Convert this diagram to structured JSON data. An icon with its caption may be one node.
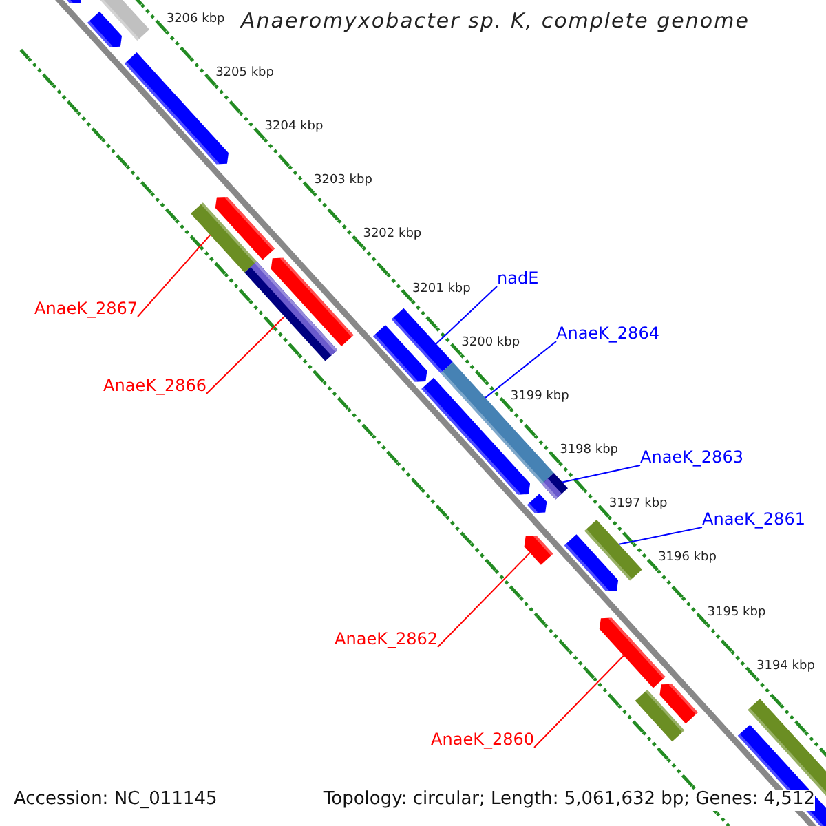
{
  "diagram": {
    "title": "Anaeromyxobacter sp. K, complete genome",
    "nodes": [
      {
        "text": [
          "nadE"
        ]
      },
      {
        "text": [
          "AnaeK_2867"
        ]
      },
      {
        "text": [
          "AnaeK_2864"
        ]
      },
      {
        "text": [
          "AnaeK_2866"
        ]
      },
      {
        "text": [
          "AnaeK_2863"
        ]
      },
      {
        "text": [
          "AnaeK_2861"
        ]
      },
      {
        "text": [
          "AnaeK_2862"
        ]
      },
      {
        "text": [
          "AnaeK_2860"
        ]
      },
      {
        "text": [],
        "shape": "bar"
      },
      {
        "text": [],
        "shape": "bar"
      },
      {
        "text": [],
        "shape": "bar"
      },
      {
        "text": [],
        "shape": "bar"
      },
      {
        "text": [],
        "shape": "bar"
      },
      {
        "text": [],
        "shape": "bar"
      },
      {
        "text": [],
        "shape": "bar"
      },
      {
        "text": [],
        "shape": "bar"
      }
    ],
    "edges": [
      {
        "from": 0,
        "to": 10,
        "arrow": "none",
        "color": "#0000ff"
      },
      {
        "from": 1,
        "to": 8,
        "arrow": "none",
        "color": "#ff0000"
      },
      {
        "from": 2,
        "to": 11,
        "arrow": "none",
        "color": "#0000ff"
      },
      {
        "from": 3,
        "to": 9,
        "arrow": "none",
        "color": "#ff0000"
      },
      {
        "from": 4,
        "to": 12,
        "arrow": "none",
        "color": "#0000ff"
      },
      {
        "from": 5,
        "to": 14,
        "arrow": "none",
        "color": "#0000ff"
      },
      {
        "from": 6,
        "to": 13,
        "arrow": "none",
        "color": "#ff0000"
      },
      {
        "from": 7,
        "to": 15,
        "arrow": "none",
        "color": "#ff0000"
      }
    ],
    "labels": [
      "3206 kbp",
      "3205 kbp",
      "3204 kbp",
      "3203 kbp",
      "3202 kbp",
      "3201 kbp",
      "3200 kbp",
      "3199 kbp",
      "3198 kbp",
      "3197 kbp",
      "3196 kbp",
      "3195 kbp",
      "3194 kbp",
      "Accession: NC_011145",
      "Topology: circular; Length: 5,061,632 bp; Genes: 4,512"
    ]
  }
}
